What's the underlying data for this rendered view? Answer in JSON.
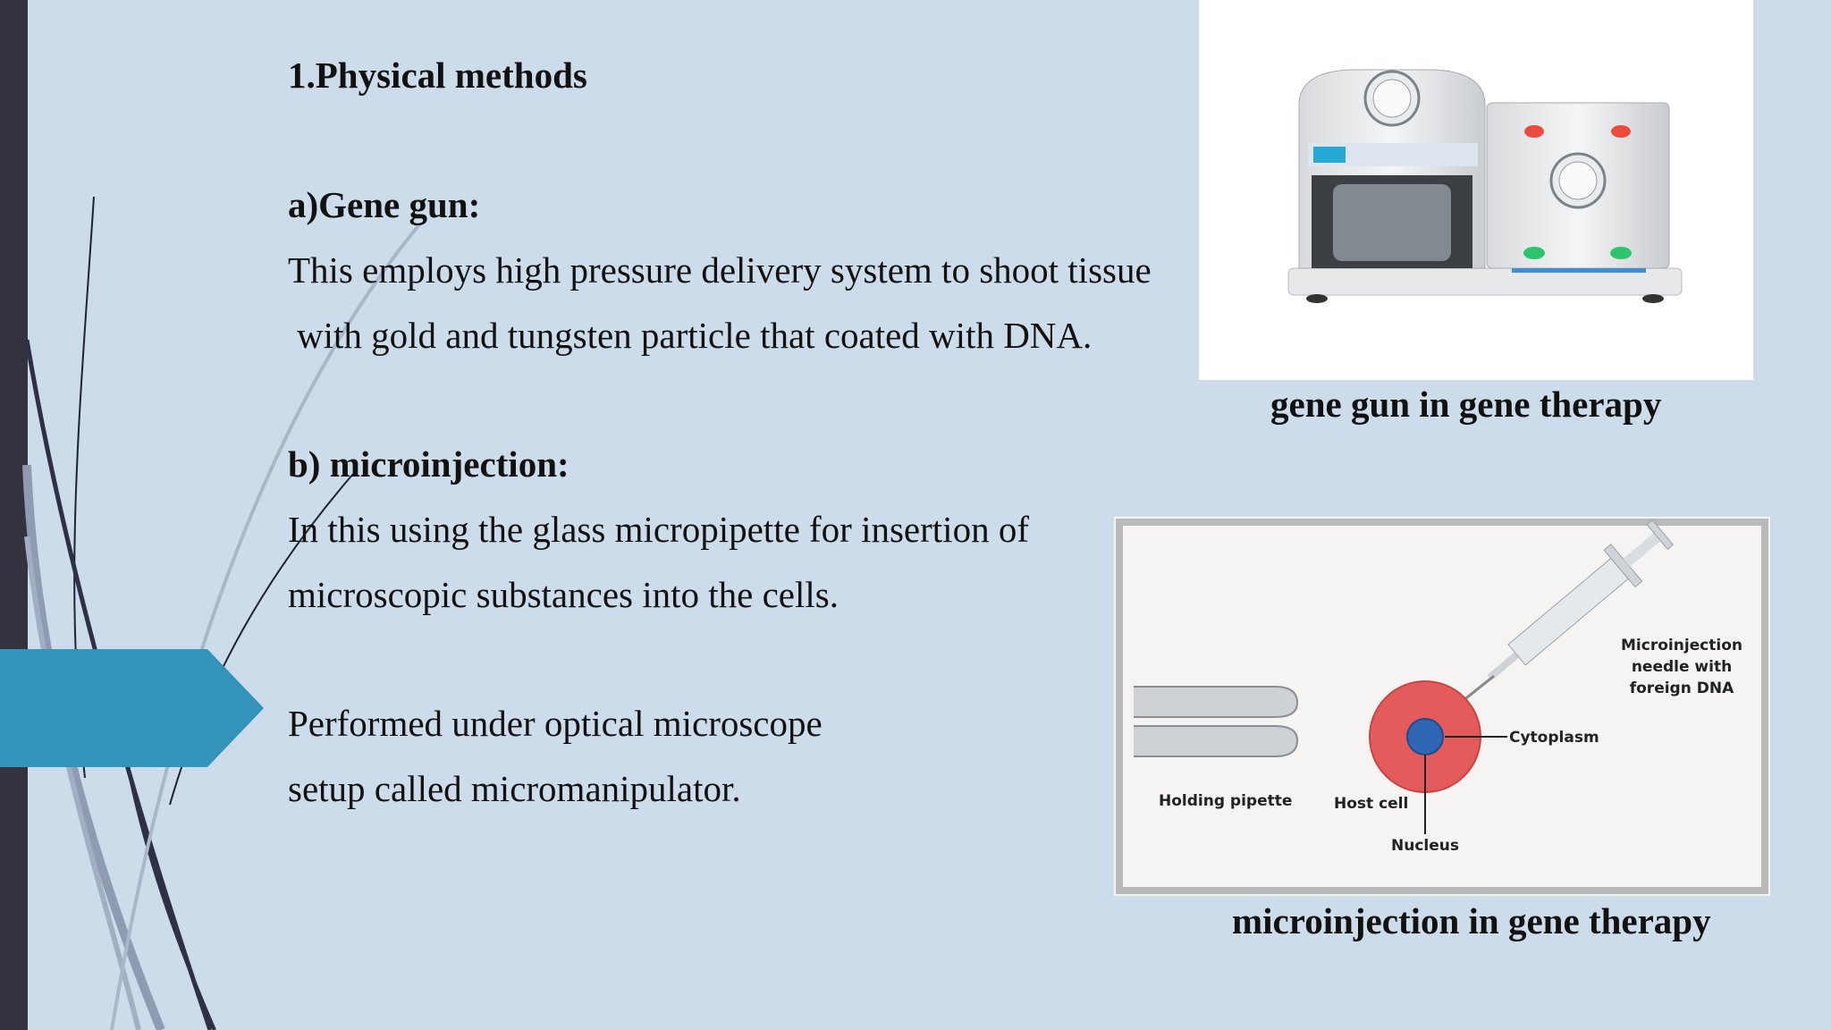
{
  "slide": {
    "heading": "1.Physical methods",
    "section_a": {
      "title": "a)Gene gun:",
      "line1": "This employs high pressure delivery system to shoot tissue",
      "line2": "with gold and tungsten particle that coated with DNA."
    },
    "section_b": {
      "title": "b) microinjection:",
      "line1": "In this using the glass micropipette for insertion of",
      "line2": "microscopic substances into the cells.",
      "line3": "Performed under optical microscope",
      "line4": "setup called micromanipulator."
    }
  },
  "figures": {
    "gene_gun_caption": "gene gun in gene therapy",
    "microinjection_caption": "microinjection in gene therapy"
  },
  "diagram": {
    "needle_label_1": "Microinjection",
    "needle_label_2": "needle with",
    "needle_label_3": "foreign DNA",
    "cytoplasm_label": "Cytoplasm",
    "holding_pipette_label": "Holding pipette",
    "host_cell_label": "Host cell",
    "nucleus_label": "Nucleus"
  },
  "colors": {
    "background": "#cddcea",
    "left_bar": "#35323f",
    "accent_tab": "#3393ba",
    "cell_red": "#e35b5b",
    "nucleus_blue": "#2f67b4"
  },
  "icons": [
    "gene-gun-device-illustration",
    "microinjection-diagram"
  ]
}
